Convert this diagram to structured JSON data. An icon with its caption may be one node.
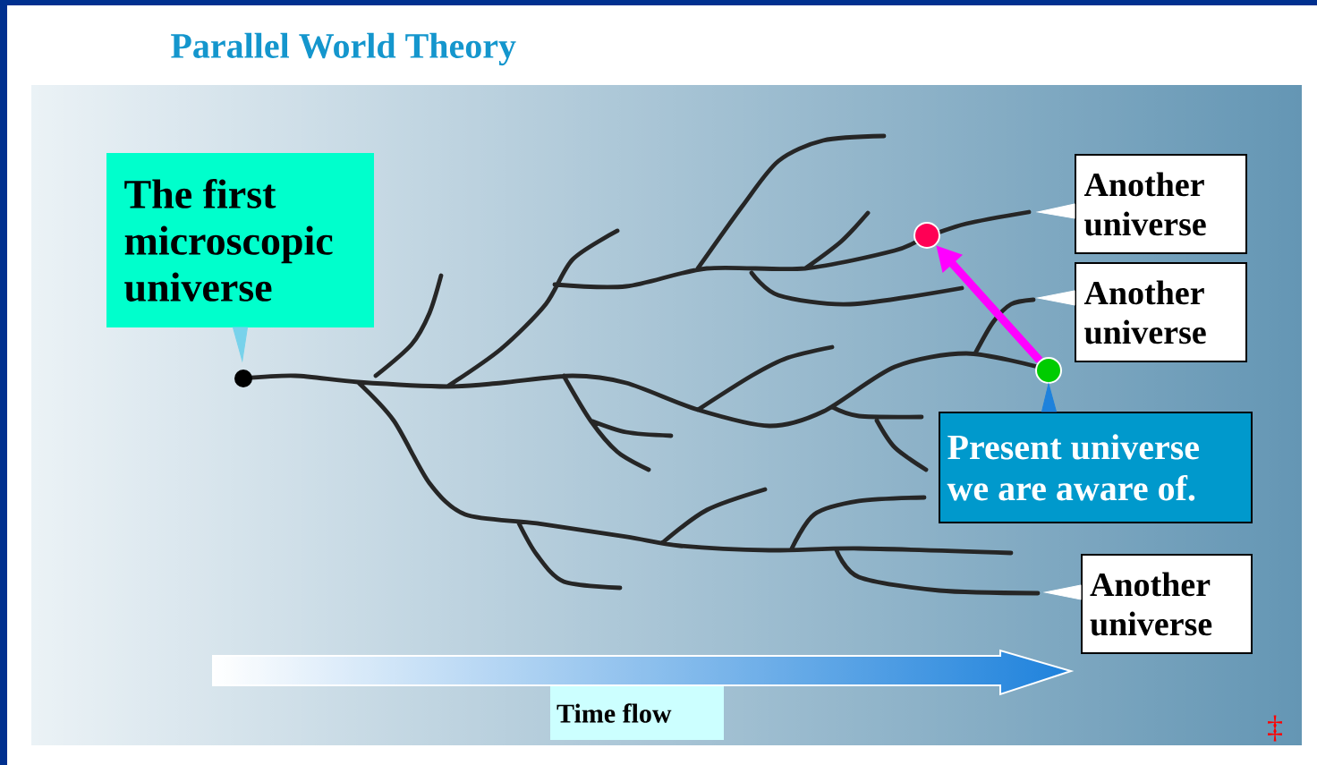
{
  "diagram": {
    "title": "Parallel World Theory",
    "nodes": [
      {
        "text": [
          "The first microscopic universe"
        ]
      },
      {
        "text": [],
        "shape": "circle"
      },
      {
        "text": [
          "Another universe"
        ]
      },
      {
        "text": [
          "Another universe"
        ]
      },
      {
        "text": [
          "Present universe we are aware of."
        ]
      },
      {
        "text": [],
        "shape": "circle"
      },
      {
        "text": [],
        "shape": "circle"
      },
      {
        "text": [
          "Another universe"
        ]
      },
      {
        "text": [
          "Time flow"
        ]
      }
    ],
    "edges": [
      {
        "from": 0,
        "to": 1,
        "arrow": "to"
      },
      {
        "from": 2,
        "to": null,
        "arrow": "to"
      },
      {
        "from": 3,
        "to": null,
        "arrow": "to"
      },
      {
        "from": 4,
        "to": 5,
        "arrow": "to"
      },
      {
        "from": 5,
        "to": 6,
        "arrow": "to",
        "color": "#ff00ff"
      },
      {
        "from": 7,
        "to": null,
        "arrow": "to"
      }
    ],
    "labels": [
      "‡"
    ]
  }
}
